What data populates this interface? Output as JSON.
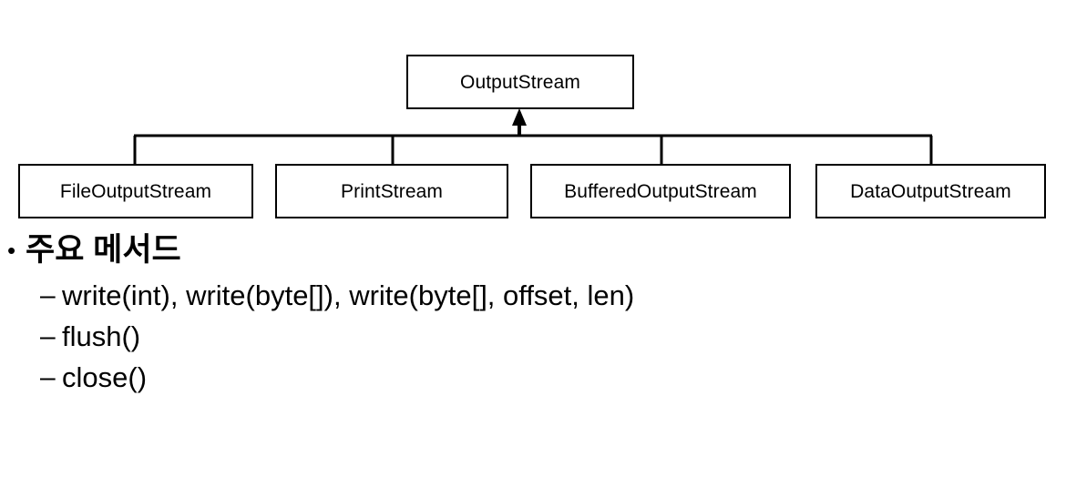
{
  "diagram": {
    "type": "class-hierarchy",
    "root": {
      "label": "OutputStream"
    },
    "children": [
      {
        "label": "FileOutputStream"
      },
      {
        "label": "PrintStream"
      },
      {
        "label": "BufferedOutputStream"
      },
      {
        "label": "DataOutputStream"
      }
    ],
    "arrow_direction": "up",
    "line_color": "#000000",
    "box_border_color": "#000000",
    "box_fill_color": "#ffffff",
    "text_color": "#000000"
  },
  "content": {
    "heading_bullet": "•",
    "heading": "주요 메서드",
    "sub_bullet": "–",
    "items": [
      "write(int), write(byte[]), write(byte[], offset, len)",
      "flush()",
      "close()"
    ]
  }
}
